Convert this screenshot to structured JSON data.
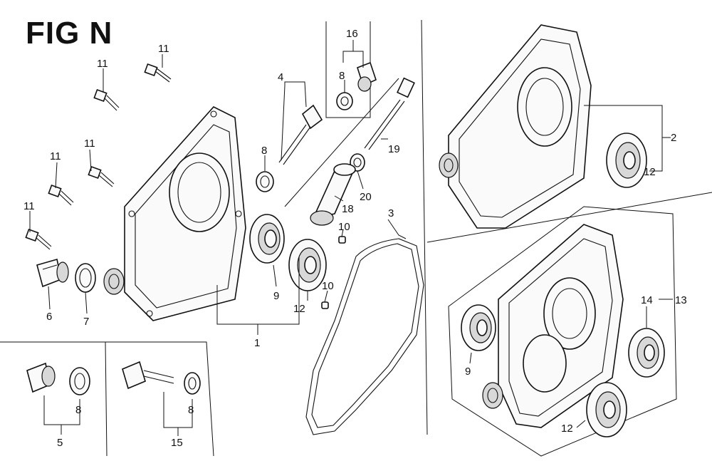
{
  "figure_title": "FIG N",
  "callouts": {
    "c1": "1",
    "c2": "2",
    "c3": "3",
    "c4": "4",
    "c5": "5",
    "c6": "6",
    "c7": "7",
    "c8a": "8",
    "c8b": "8",
    "c8c": "8",
    "c8d": "8",
    "c9a": "9",
    "c9b": "9",
    "c10a": "10",
    "c10b": "10",
    "c11a": "11",
    "c11b": "11",
    "c11c": "11",
    "c11d": "11",
    "c11e": "11",
    "c12a": "12",
    "c12b": "12",
    "c12c": "12",
    "c13": "13",
    "c14": "14",
    "c15": "15",
    "c16": "16",
    "c18": "18",
    "c19": "19",
    "c20": "20"
  }
}
